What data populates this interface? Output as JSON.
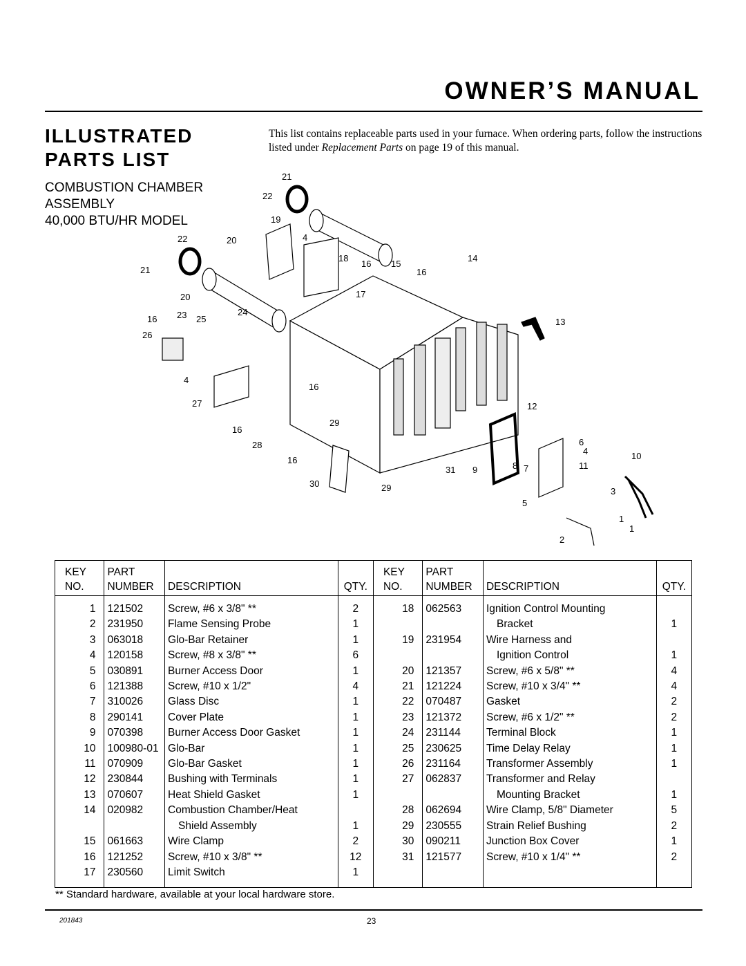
{
  "header": {
    "title": "OWNER’S MANUAL"
  },
  "section": {
    "title_line1": "ILLUSTRATED",
    "title_line2": "PARTS LIST"
  },
  "intro": {
    "text_before": "This list contains replaceable parts used in your furnace. When ordering parts, follow the instructions listed under ",
    "italic": "Replacement Parts",
    "text_after": " on page 19 of this manual."
  },
  "subtitle": {
    "line1": "COMBUSTION CHAMBER",
    "line2": "ASSEMBLY",
    "line3": "40,000 BTU/HR MODEL"
  },
  "callouts": [
    "21",
    "22",
    "19",
    "22",
    "20",
    "4",
    "18",
    "16",
    "15",
    "14",
    "16",
    "21",
    "17",
    "20",
    "24",
    "16",
    "23",
    "25",
    "13",
    "26",
    "4",
    "16",
    "27",
    "12",
    "16",
    "29",
    "28",
    "6",
    "16",
    "4",
    "10",
    "31",
    "9",
    "8",
    "7",
    "11",
    "30",
    "29",
    "3",
    "5",
    "1",
    "1",
    "2"
  ],
  "table": {
    "headers": {
      "key_l1": "KEY",
      "key_l2": "NO.",
      "part_l1": "PART",
      "part_l2": "NUMBER",
      "desc": "DESCRIPTION",
      "qty": "QTY."
    },
    "rows": [
      {
        "l": [
          "1",
          "121502",
          "Screw, #6 x 3/8\" **",
          "2"
        ],
        "r": [
          "18",
          "062563",
          "Ignition Control Mounting",
          ""
        ]
      },
      {
        "l": [
          "2",
          "231950",
          "Flame Sensing Probe",
          "1"
        ],
        "r": [
          "",
          "",
          "   Bracket",
          "1"
        ]
      },
      {
        "l": [
          "3",
          "063018",
          "Glo-Bar Retainer",
          "1"
        ],
        "r": [
          "19",
          "231954",
          "Wire Harness and",
          ""
        ]
      },
      {
        "l": [
          "4",
          "120158",
          "Screw, #8 x 3/8\" **",
          "6"
        ],
        "r": [
          "",
          "",
          "   Ignition Control",
          "1"
        ]
      },
      {
        "l": [
          "5",
          "030891",
          "Burner Access Door",
          "1"
        ],
        "r": [
          "20",
          "121357",
          "Screw, #6 x 5/8\" **",
          "4"
        ]
      },
      {
        "l": [
          "6",
          "121388",
          "Screw, #10 x 1/2\"",
          "4"
        ],
        "r": [
          "21",
          "121224",
          "Screw, #10 x 3/4\" **",
          "4"
        ]
      },
      {
        "l": [
          "7",
          "310026",
          "Glass Disc",
          "1"
        ],
        "r": [
          "22",
          "070487",
          "Gasket",
          "2"
        ]
      },
      {
        "l": [
          "8",
          "290141",
          "Cover Plate",
          "1"
        ],
        "r": [
          "23",
          "121372",
          "Screw, #6 x 1/2\" **",
          "2"
        ]
      },
      {
        "l": [
          "9",
          "070398",
          "Burner Access Door Gasket",
          "1"
        ],
        "r": [
          "24",
          "231144",
          "Terminal Block",
          "1"
        ]
      },
      {
        "l": [
          "10",
          "100980-01",
          "Glo-Bar",
          "1"
        ],
        "r": [
          "25",
          "230625",
          "Time Delay Relay",
          "1"
        ]
      },
      {
        "l": [
          "11",
          "070909",
          "Glo-Bar Gasket",
          "1"
        ],
        "r": [
          "26",
          "231164",
          "Transformer Assembly",
          "1"
        ]
      },
      {
        "l": [
          "12",
          "230844",
          "Bushing with Terminals",
          "1"
        ],
        "r": [
          "27",
          "062837",
          "Transformer and Relay",
          ""
        ]
      },
      {
        "l": [
          "13",
          "070607",
          "Heat Shield Gasket",
          "1"
        ],
        "r": [
          "",
          "",
          "   Mounting Bracket",
          "1"
        ]
      },
      {
        "l": [
          "14",
          "020982",
          "Combustion Chamber/Heat",
          ""
        ],
        "r": [
          "28",
          "062694",
          "Wire Clamp, 5/8\" Diameter",
          "5"
        ]
      },
      {
        "l": [
          "",
          "",
          "   Shield Assembly",
          "1"
        ],
        "r": [
          "29",
          "230555",
          "Strain Relief Bushing",
          "2"
        ]
      },
      {
        "l": [
          "15",
          "061663",
          "Wire Clamp",
          "2"
        ],
        "r": [
          "30",
          "090211",
          "Junction Box Cover",
          "1"
        ]
      },
      {
        "l": [
          "16",
          "121252",
          "Screw, #10 x 3/8\" **",
          "12"
        ],
        "r": [
          "31",
          "121577",
          "Screw, #10 x 1/4\" **",
          "2"
        ]
      },
      {
        "l": [
          "17",
          "230560",
          "Limit Switch",
          "1"
        ],
        "r": [
          "",
          "",
          "",
          ""
        ]
      }
    ]
  },
  "footnote": "** Standard hardware, available at your local hardware store.",
  "footer": {
    "doc_id": "201843",
    "page_number": "23"
  }
}
